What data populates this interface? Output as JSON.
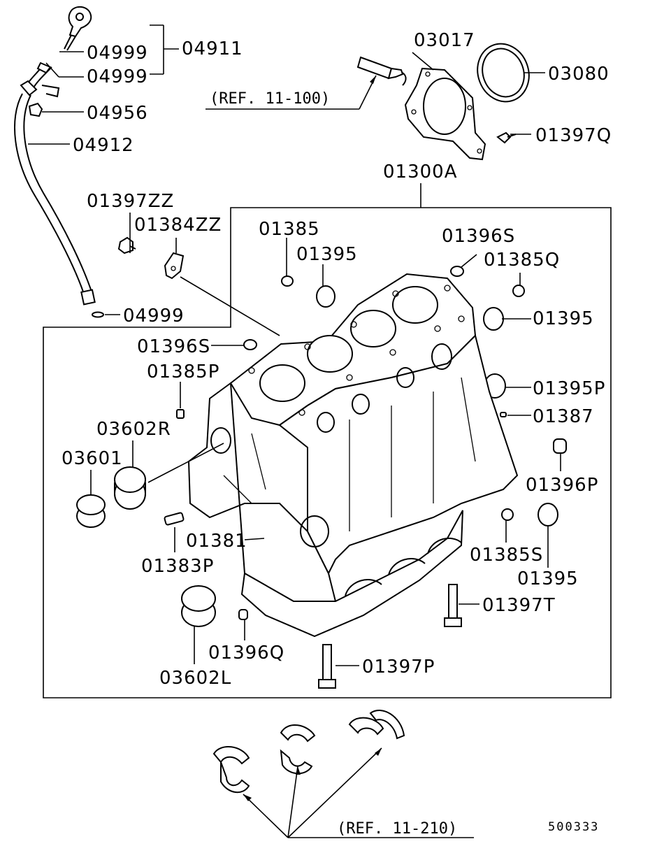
{
  "diagram": {
    "figure_number": "500333",
    "references": {
      "rear_seal": "(REF. 11-100)",
      "thrust_bearings": "(REF. 11-210)"
    },
    "parts": {
      "p04911": "04911",
      "p04999a": "04999",
      "p04999b": "04999",
      "p04956": "04956",
      "p04912": "04912",
      "p04999c": "04999",
      "p03017": "03017",
      "p03080": "03080",
      "p01397Q": "01397Q",
      "p01300A": "01300A",
      "p01397ZZ": "01397ZZ",
      "p01384ZZ": "01384ZZ",
      "p01385": "01385",
      "p01395a": "01395",
      "p01396S_top": "01396S",
      "p01385Q": "01385Q",
      "p01395b": "01395",
      "p01396S": "01396S",
      "p01385P": "01385P",
      "p01395P": "01395P",
      "p01387": "01387",
      "p03602R": "03602R",
      "p03601": "03601",
      "p01396P": "01396P",
      "p01381": "01381",
      "p01383P": "01383P",
      "p01385S": "01385S",
      "p01395c": "01395",
      "p01397T": "01397T",
      "p03602L": "03602L",
      "p01396Q": "01396Q",
      "p01397P": "01397P"
    }
  }
}
